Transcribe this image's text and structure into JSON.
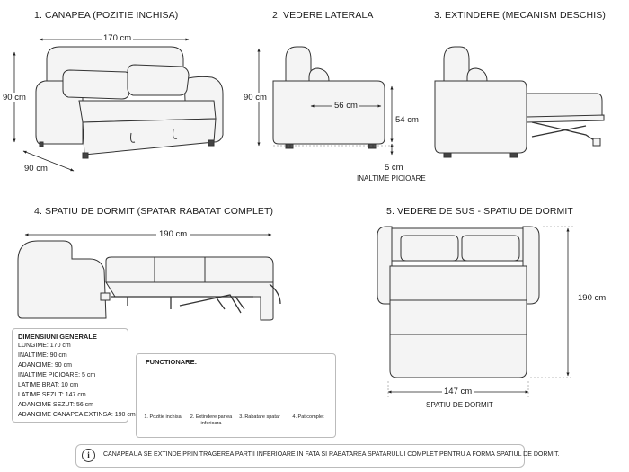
{
  "views": {
    "v1": {
      "title": "1. CANAPEA (POZITIE INCHISA)",
      "width": "170 cm",
      "height": "90 cm",
      "depth": "90 cm"
    },
    "v2": {
      "title": "2. VEDERE LATERALA",
      "height": "90 cm",
      "seat_depth": "56 cm",
      "seat_height": "54 cm",
      "leg_height": "5 cm",
      "leg_label": "INALTIME PICIOARE"
    },
    "v3": {
      "title": "3. EXTINDERE (MECANISM DESCHIS)"
    },
    "v4": {
      "title": "4. SPATIU DE DORMIT (SPATAR RABATAT COMPLET)",
      "length": "190 cm"
    },
    "v5": {
      "title": "5. VEDERE DE SUS - SPATIU DE DORMIT",
      "length": "190 cm",
      "width": "147 cm",
      "caption": "SPATIU DE DORMIT"
    }
  },
  "dimensions": {
    "heading": "DIMENSIUNI GENERALE",
    "lines": [
      "LUNGIME: 170 cm",
      "INALTIME: 90 cm",
      "ADANCIME: 90 cm",
      "INALTIME PICIOARE: 5 cm",
      "LATIME BRAT: 10 cm",
      "LATIME SEZUT: 147 cm",
      "ADANCIME SEZUT: 56 cm",
      "ADANCIME CANAPEA EXTINSA: 190 cm"
    ]
  },
  "function": {
    "heading": "FUNCTIONARE:",
    "steps": [
      "1. Pozitie inchisa",
      "2. Extindere partea inferioara",
      "3. Rabatare spatar",
      "4. Pat complet"
    ]
  },
  "note": {
    "text": "CANAPEAUA SE EXTINDE PRIN TRAGEREA PARTII INFERIOARE IN FATA SI RABATAREA SPATARULUI COMPLET PENTRU A FORMA SPATIUL DE DORMIT.",
    "icon": "info-icon"
  }
}
